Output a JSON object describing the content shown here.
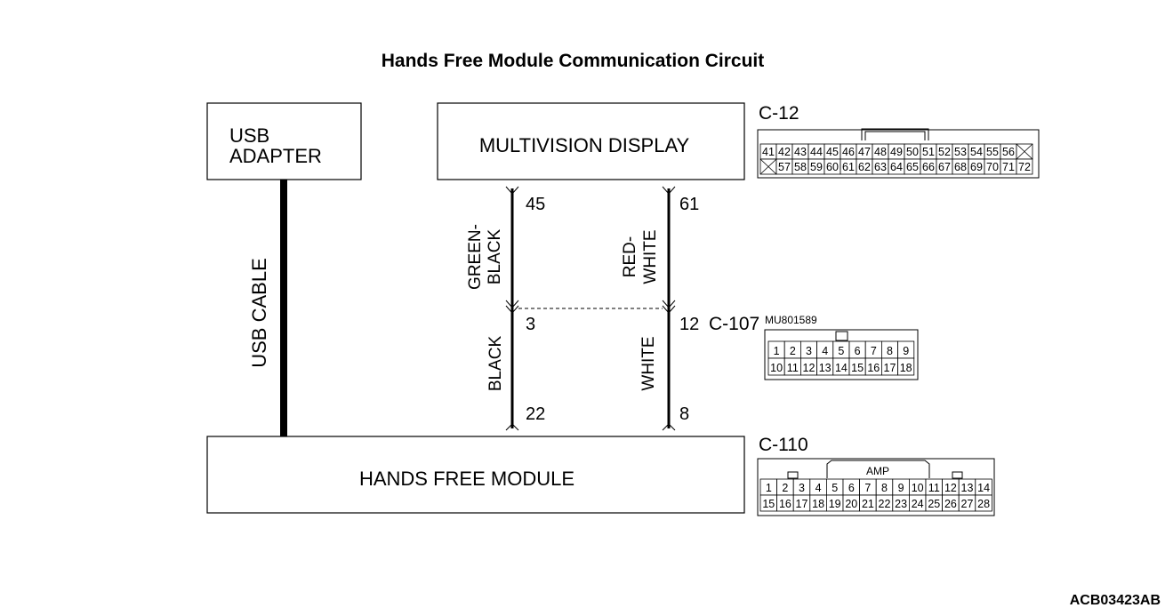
{
  "title": "Hands Free Module Communication Circuit",
  "components": {
    "usb_adapter": {
      "line1": "USB",
      "line2": "ADAPTER"
    },
    "multivision_display": "MULTIVISION DISPLAY",
    "hands_free_module": "HANDS FREE MODULE"
  },
  "cable": {
    "label": "USB CABLE"
  },
  "wires": {
    "left_upper": {
      "label_line1": "GREEN-",
      "label_line2": "BLACK",
      "pin_top": "45",
      "pin_bottom": "3"
    },
    "left_lower": {
      "label": "BLACK",
      "pin_top": "3",
      "pin_bottom": "22"
    },
    "right_upper": {
      "label_line1": "RED-",
      "label_line2": "WHITE",
      "pin_top": "61",
      "pin_bottom": "12"
    },
    "right_lower": {
      "label": "WHITE",
      "pin_top": "12",
      "pin_bottom": "8"
    }
  },
  "connectors": {
    "c12": {
      "id": "C-12",
      "row1": [
        "41",
        "42",
        "43",
        "44",
        "45",
        "46",
        "47",
        "48",
        "49",
        "50",
        "51",
        "52",
        "53",
        "54",
        "55",
        "56",
        "X"
      ],
      "row2": [
        "X",
        "57",
        "58",
        "59",
        "60",
        "61",
        "62",
        "63",
        "64",
        "65",
        "66",
        "67",
        "68",
        "69",
        "70",
        "71",
        "72"
      ]
    },
    "c107": {
      "id": "C-107",
      "part": "MU801589",
      "row1": [
        "1",
        "2",
        "3",
        "4",
        "5",
        "6",
        "7",
        "8",
        "9"
      ],
      "row2": [
        "10",
        "11",
        "12",
        "13",
        "14",
        "15",
        "16",
        "17",
        "18"
      ]
    },
    "c110": {
      "id": "C-110",
      "brand": "AMP",
      "row1": [
        "1",
        "2",
        "3",
        "4",
        "5",
        "6",
        "7",
        "8",
        "9",
        "10",
        "11",
        "12",
        "13",
        "14"
      ],
      "row2": [
        "15",
        "16",
        "17",
        "18",
        "19",
        "20",
        "21",
        "22",
        "23",
        "24",
        "25",
        "26",
        "27",
        "28"
      ]
    }
  },
  "reference_code": "ACB03423AB"
}
